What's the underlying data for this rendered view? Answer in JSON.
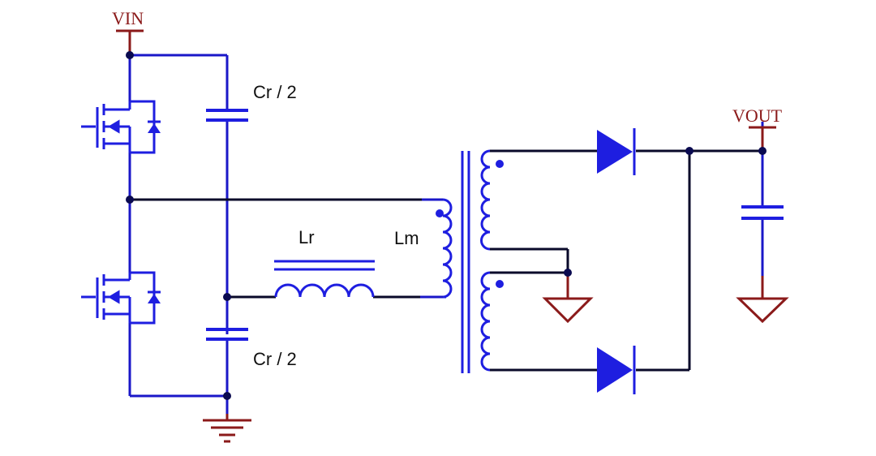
{
  "labels": {
    "vin": "VIN",
    "vout": "VOUT",
    "cr_top": "Cr / 2",
    "cr_bottom": "Cr / 2",
    "lr": "Lr",
    "lm": "Lm"
  },
  "colors": {
    "wire": "#1a17c8",
    "wire_dark": "#0a0a2a",
    "node": "#0a0a50",
    "rail": "#8b1a1a",
    "component": "#1e1ee0",
    "text": "#111111"
  }
}
